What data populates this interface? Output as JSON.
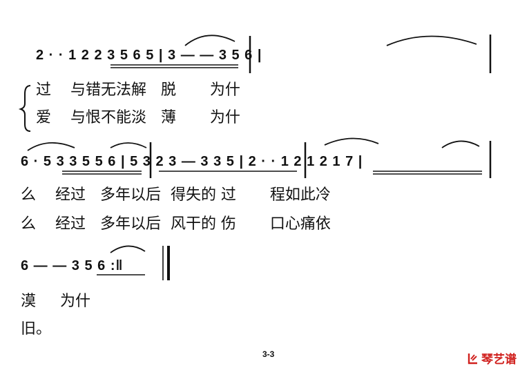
{
  "score": {
    "lines": [
      {
        "notes": "2 ·  · 1 2 2 3 5 6 5 | 3  —  —   3 5 6 |",
        "lyrics": [
          "过    与错无法解   脱       为什",
          "爱    与恨不能淡   薄       为什"
        ]
      },
      {
        "notes": "6 · 5 3 3 5 5 6 | 5 3 2 3 — 3 3 5 | 2 ·  · 1 2 1 2 1 7 |",
        "lyrics": [
          "么    经过   多年以后  得失的 过       程如此冷",
          "么    经过   多年以后  风干的 伤       口心痛依"
        ]
      },
      {
        "notes": "6 — — 3 5 6 :‖",
        "lyrics": [
          "漠     为什",
          "旧。"
        ]
      }
    ]
  },
  "footer": {
    "page_number": "3-3",
    "brand_text": "琴艺谱",
    "brand_color": "#d0201d",
    "brand_icon": "logo-icon"
  }
}
